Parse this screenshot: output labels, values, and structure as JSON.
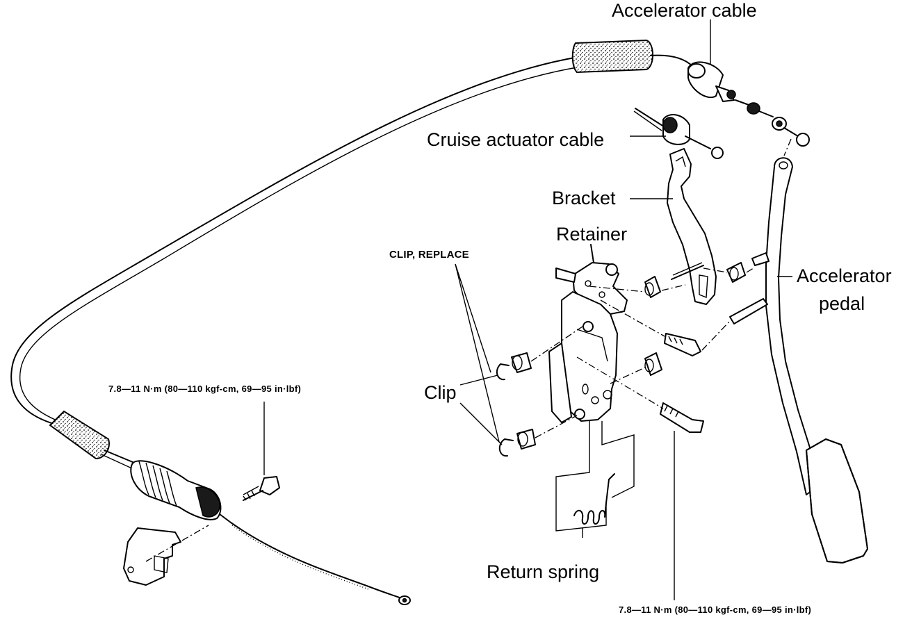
{
  "labels": {
    "accelerator_cable": "Accelerator cable",
    "cruise_actuator_cable": "Cruise actuator cable",
    "bracket": "Bracket",
    "retainer": "Retainer",
    "clip_replace": "CLIP, REPLACE",
    "clip": "Clip",
    "accelerator_pedal_line1": "Accelerator",
    "accelerator_pedal_line2": "pedal",
    "return_spring": "Return spring"
  },
  "torque_specs": {
    "cable_mount": "7.8—11 N·m (80—110 kgf-cm, 69—95 in·lbf)",
    "pedal_mount": "7.8—11 N·m (80—110 kgf-cm, 69—95 in·lbf)"
  }
}
